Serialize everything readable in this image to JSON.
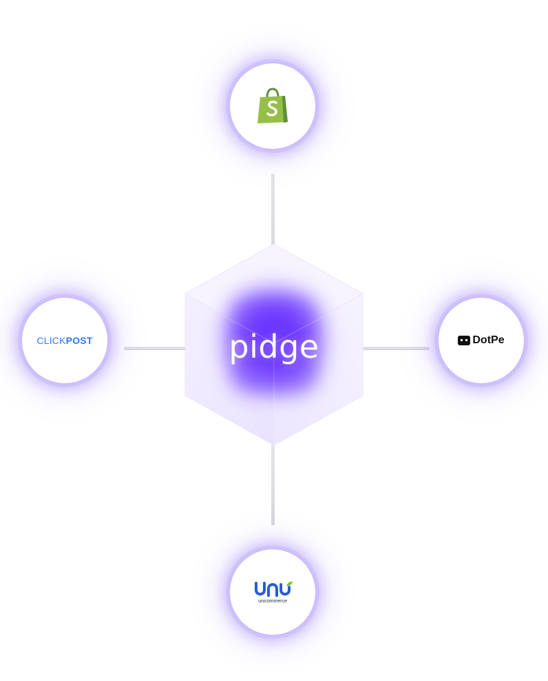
{
  "hub": {
    "label": "pidge"
  },
  "integrations": {
    "top": {
      "icon": "shopify-bag-icon"
    },
    "left": {
      "label_light": "CLICK",
      "label_bold": "POST"
    },
    "right": {
      "icon": "dotpe-icon",
      "label": "DotPe"
    },
    "bottom": {
      "icon": "unicommerce-icon",
      "label": "unicommerce"
    }
  },
  "colors": {
    "hub_purple": "#6a33ff",
    "glow": "#8a63ff",
    "clickpost_blue": "#2d7cf6",
    "shopify_green": "#95bf47",
    "unicommerce_blue": "#2a5bd7",
    "unicommerce_leaf": "#7cc242"
  }
}
